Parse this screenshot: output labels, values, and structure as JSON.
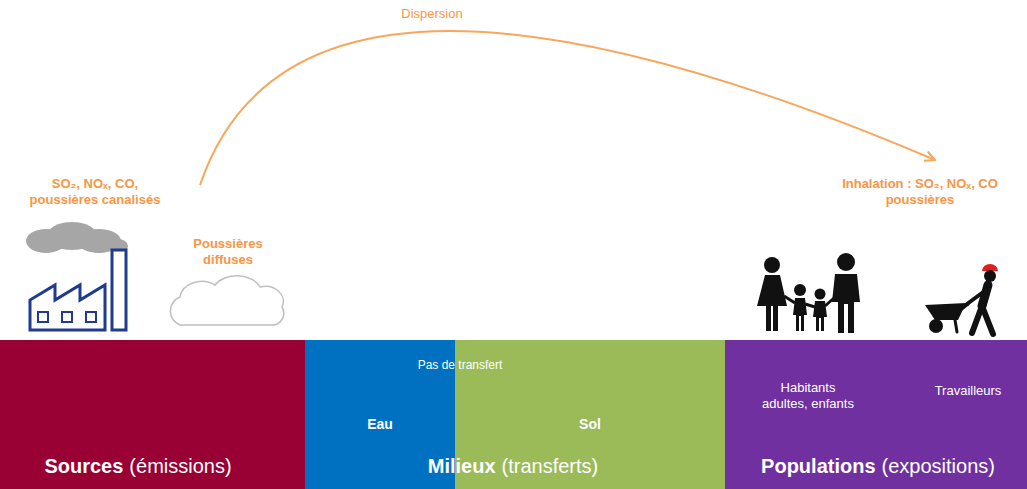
{
  "diagram": {
    "nodes": [
      {
        "text": [
          "Sources",
          "(émissions)"
        ]
      },
      {
        "text": [
          "Pas de transfert",
          "Milieux",
          "(transferts)"
        ]
      },
      {
        "text": [
          "Eau"
        ],
        "in": 1
      },
      {
        "text": [
          "Sol"
        ],
        "in": 1
      },
      {
        "text": [
          "Habitants adultes, enfants",
          "Travailleurs",
          "Populations",
          "(expositions)"
        ]
      }
    ],
    "labels": [
      "Dispersion",
      "SO₂, NOₓ, CO, poussières canalisés",
      "Poussières diffuses",
      "Inhalation : SO₂, NOₓ, CO poussières"
    ]
  }
}
